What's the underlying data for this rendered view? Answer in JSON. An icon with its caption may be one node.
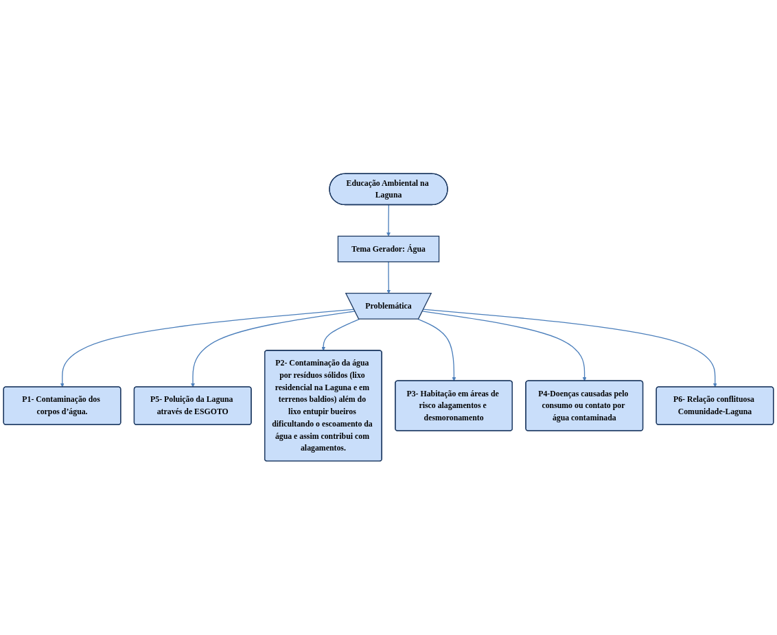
{
  "diagram": {
    "nodes": [
      {
        "text": [
          "Educação Ambiental na Laguna"
        ]
      },
      {
        "text": [
          "Tema Gerador: Água"
        ]
      },
      {
        "text": [
          "Problemática"
        ]
      },
      {
        "text": [
          "P1- Contaminação dos corpos d’água."
        ]
      },
      {
        "text": [
          "P5- Poluição da Laguna através de ESGOTO"
        ]
      },
      {
        "text": [
          "P2- Contaminação da água por resíduos sólidos (lixo residencial na Laguna e em terrenos baldios) além do lixo entupir bueiros dificultando o escoamento da água e assim contribui com alagamentos."
        ]
      },
      {
        "text": [
          "P3- Habitação em áreas de risco alagamentos e desmoronamento"
        ]
      },
      {
        "text": [
          "P4-Doenças causadas pelo consumo ou contato por água contaminada"
        ]
      },
      {
        "text": [
          "P6- Relação conflituosa Comunidade-Laguna"
        ]
      }
    ],
    "edges": [
      {
        "from": 0,
        "to": 1,
        "arrow": "to"
      },
      {
        "from": 1,
        "to": 2,
        "arrow": "to"
      },
      {
        "from": 2,
        "to": 3,
        "arrow": "to"
      },
      {
        "from": 2,
        "to": 4,
        "arrow": "to"
      },
      {
        "from": 2,
        "to": 5,
        "arrow": "to"
      },
      {
        "from": 2,
        "to": 6,
        "arrow": "to"
      },
      {
        "from": 2,
        "to": 7,
        "arrow": "to"
      },
      {
        "from": 2,
        "to": 8,
        "arrow": "to"
      }
    ]
  }
}
